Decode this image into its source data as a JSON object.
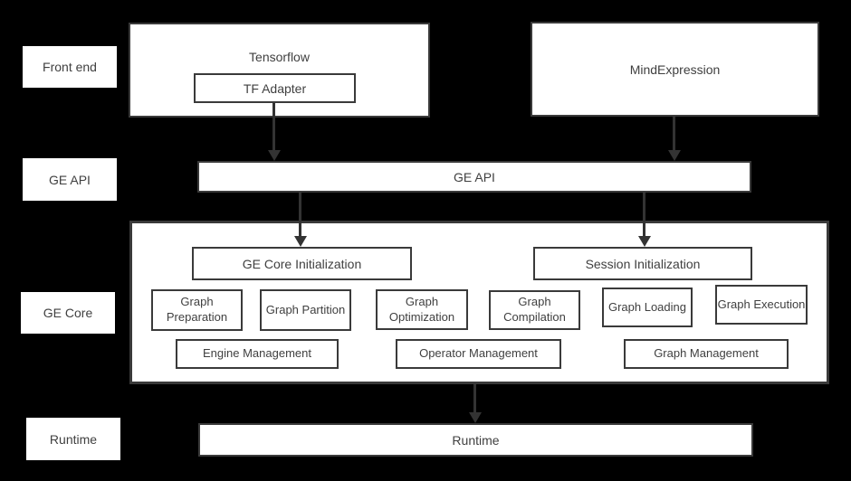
{
  "colors": {
    "background": "#000000",
    "box_fill": "#ffffff",
    "border": "#3a3a3a",
    "text": "#404040",
    "arrow": "#333333"
  },
  "row_labels": [
    {
      "label": "Front end"
    },
    {
      "label": "GE API"
    },
    {
      "label": "GE Core"
    },
    {
      "label": "Runtime"
    }
  ],
  "front_end": {
    "tensorflow": {
      "label": "Tensorflow",
      "adapter": "TF Adapter"
    },
    "mind_expression": {
      "label": "MindExpression"
    }
  },
  "ge_api": {
    "label": "GE API"
  },
  "ge_core": {
    "init_boxes": [
      {
        "label": "GE Core Initialization"
      },
      {
        "label": "Session Initialization"
      }
    ],
    "modules": [
      {
        "label": "Graph Preparation"
      },
      {
        "label": "Graph Partition"
      },
      {
        "label": "Graph Optimization"
      },
      {
        "label": "Graph Compilation"
      },
      {
        "label": "Graph Loading"
      },
      {
        "label": "Graph Execution"
      }
    ],
    "managers": [
      {
        "label": "Engine Management"
      },
      {
        "label": "Operator Management"
      },
      {
        "label": "Graph Management"
      }
    ]
  },
  "runtime": {
    "label": "Runtime"
  }
}
